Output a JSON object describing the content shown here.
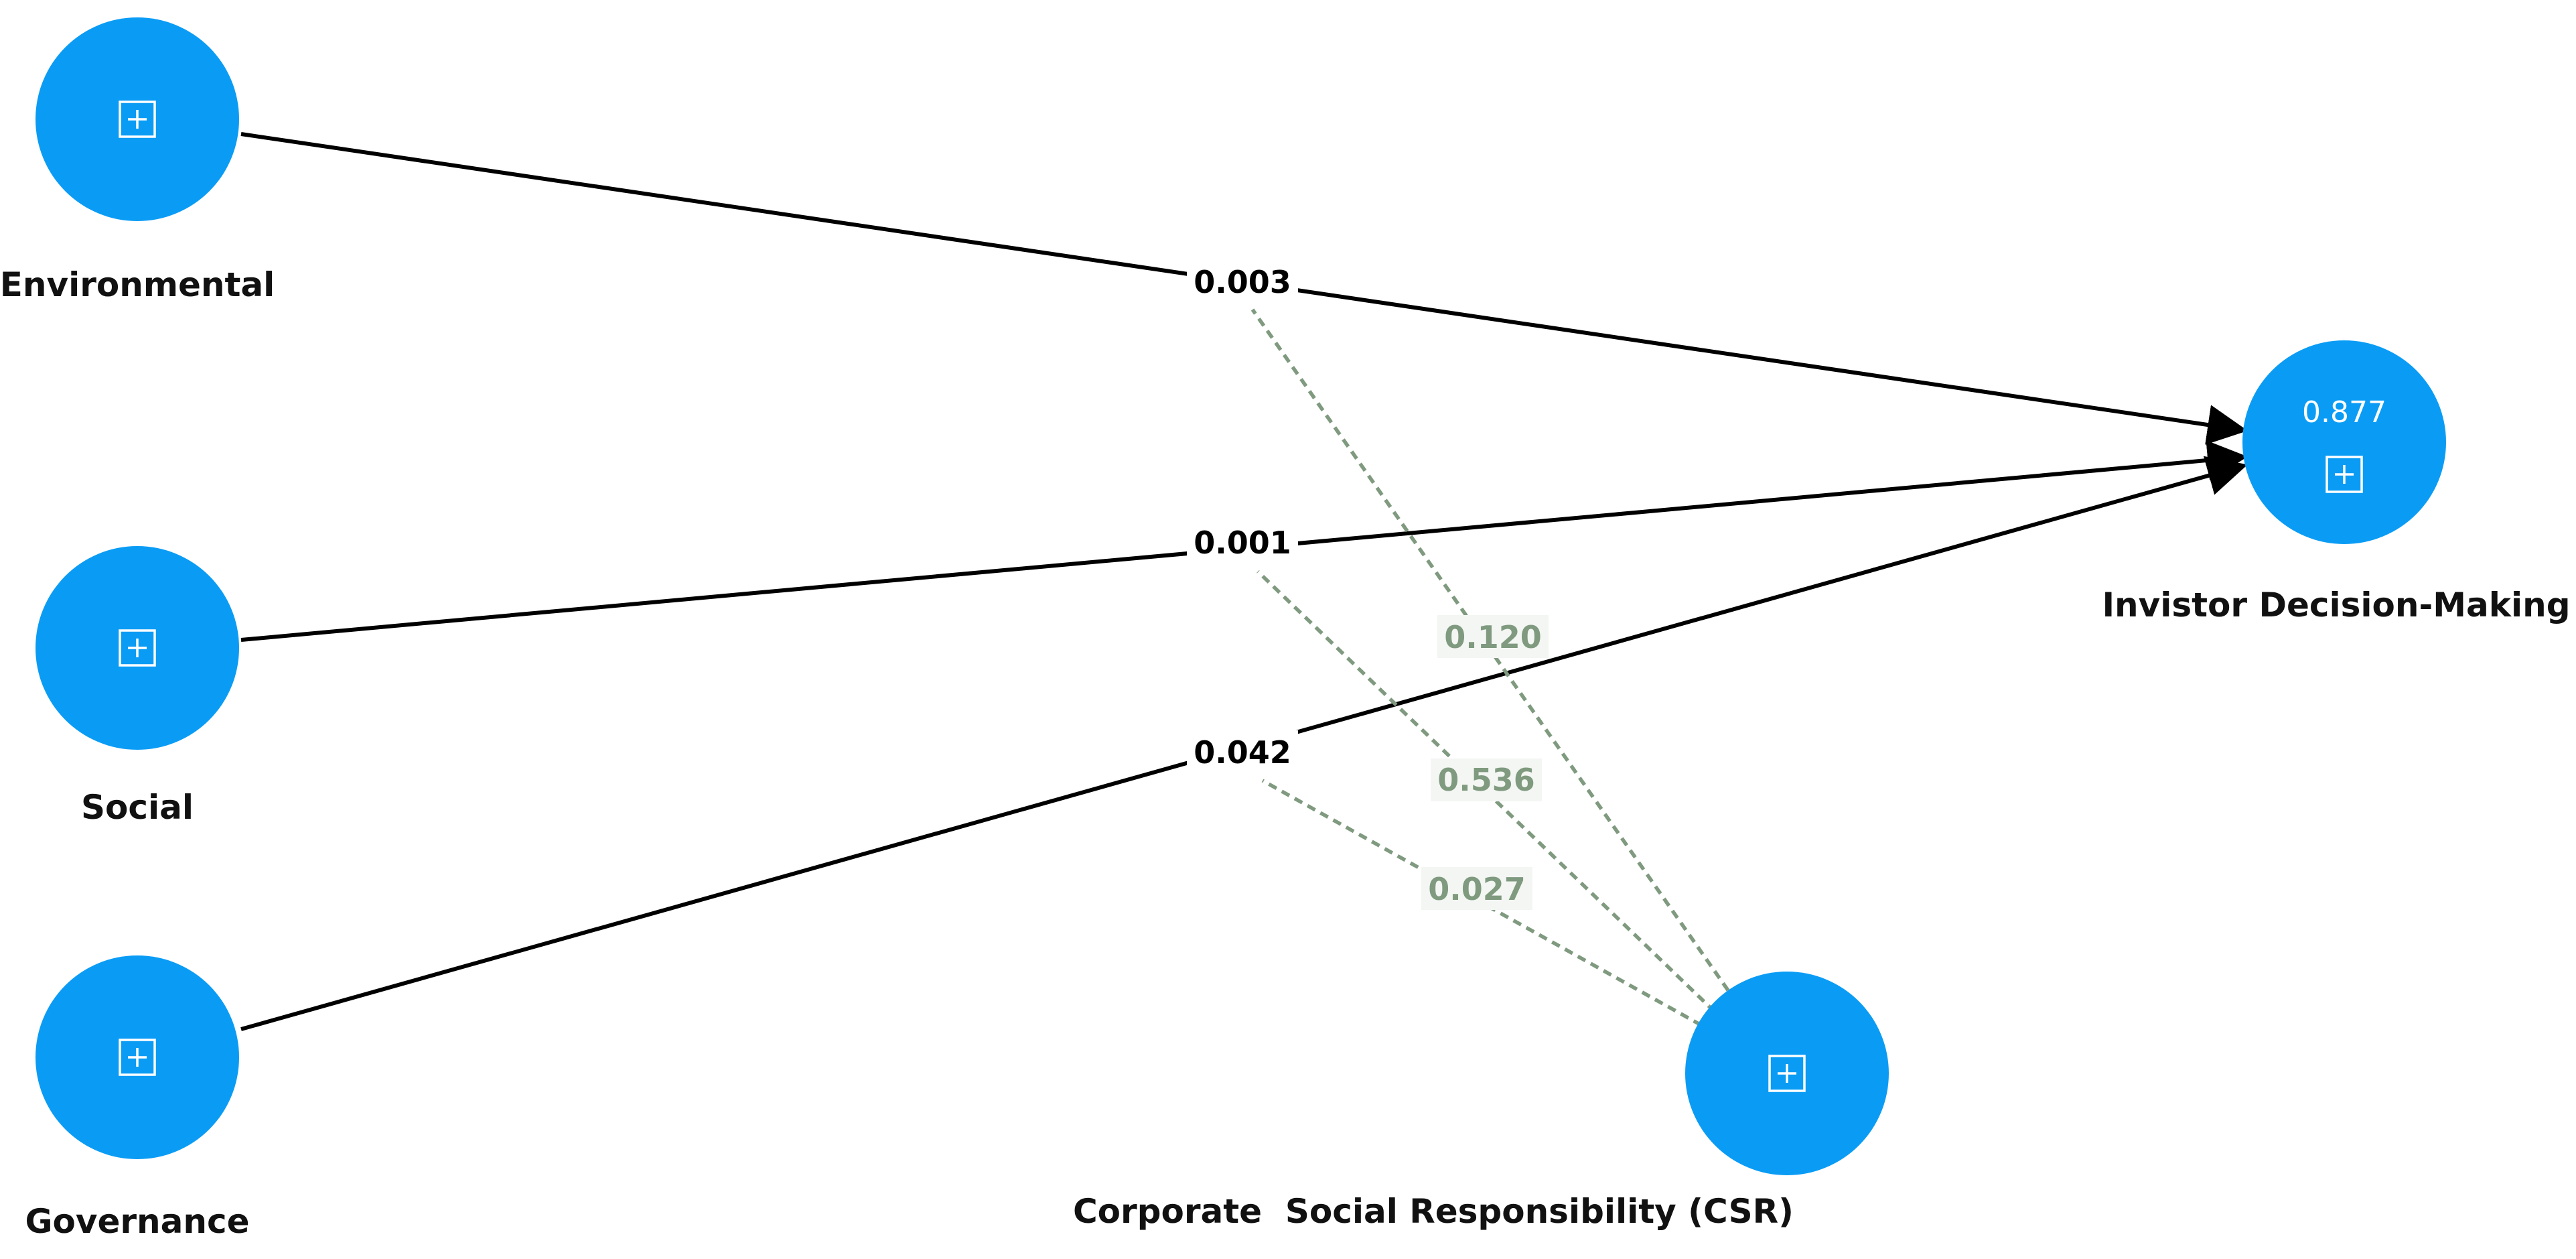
{
  "colors": {
    "node_fill": "#0a9cf5",
    "direct_path": "#000000",
    "moderated_path": "#7f9a7f"
  },
  "nodes": {
    "environmental": {
      "label": "Environmental",
      "icon": "expand-icon"
    },
    "social": {
      "label": "Social",
      "icon": "expand-icon"
    },
    "governance": {
      "label": "Governance",
      "icon": "expand-icon"
    },
    "idm": {
      "label": "Invistor Decision-Making",
      "value": "0.877",
      "icon": "expand-icon"
    },
    "csr": {
      "label": "Corporate  Social Responsibility (CSR)",
      "icon": "expand-icon"
    }
  },
  "paths": {
    "direct": [
      {
        "from": "Environmental",
        "to": "Invistor Decision-Making",
        "value": "0.003"
      },
      {
        "from": "Social",
        "to": "Invistor Decision-Making",
        "value": "0.001"
      },
      {
        "from": "Governance",
        "to": "Invistor Decision-Making",
        "value": "0.042"
      }
    ],
    "moderated": [
      {
        "from": "Corporate  Social Responsibility (CSR)",
        "to": "Environmental → Invistor Decision-Making",
        "value": "0.120"
      },
      {
        "from": "Corporate  Social Responsibility (CSR)",
        "to": "Social → Invistor Decision-Making",
        "value": "0.536"
      },
      {
        "from": "Corporate  Social Responsibility (CSR)",
        "to": "Governance → Invistor Decision-Making",
        "value": "0.027"
      }
    ]
  }
}
